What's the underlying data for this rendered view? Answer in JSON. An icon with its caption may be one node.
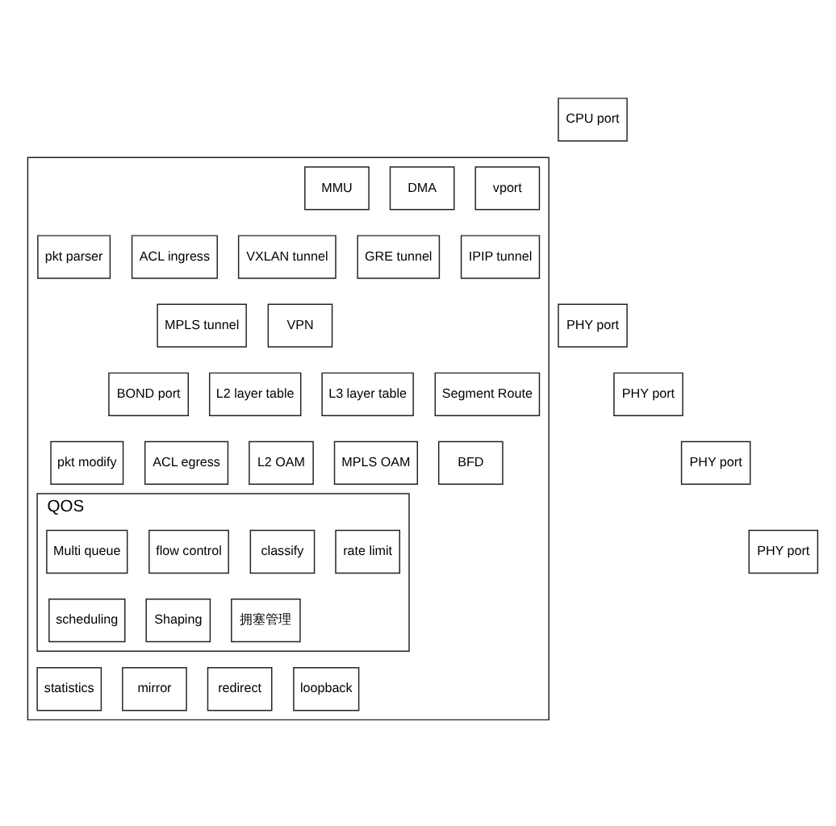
{
  "diagram": {
    "nodes": [
      {
        "text": [],
        "shape": "box"
      },
      {
        "text": [
          "CPU port"
        ]
      },
      {
        "text": [
          "MMU"
        ],
        "in": 0
      },
      {
        "text": [
          "DMA"
        ],
        "in": 0
      },
      {
        "text": [
          "vport"
        ],
        "in": 0
      },
      {
        "text": [
          "pkt parser"
        ],
        "in": 0
      },
      {
        "text": [
          "ACL ingress"
        ],
        "in": 0
      },
      {
        "text": [
          "VXLAN tunnel"
        ],
        "in": 0
      },
      {
        "text": [
          "GRE tunnel"
        ],
        "in": 0
      },
      {
        "text": [
          "IPIP tunnel"
        ],
        "in": 0
      },
      {
        "text": [
          "PHY port"
        ]
      },
      {
        "text": [
          "MPLS tunnel"
        ],
        "in": 0
      },
      {
        "text": [
          "VPN"
        ],
        "in": 0
      },
      {
        "text": [
          "PHY port"
        ]
      },
      {
        "text": [
          "BOND port"
        ],
        "in": 0
      },
      {
        "text": [
          "L2 layer table"
        ],
        "in": 0
      },
      {
        "text": [
          "L3 layer table"
        ],
        "in": 0
      },
      {
        "text": [
          "Segment Route"
        ],
        "in": 0
      },
      {
        "text": [
          "PHY port"
        ]
      },
      {
        "text": [
          "pkt modify"
        ],
        "in": 0
      },
      {
        "text": [
          "ACL egress"
        ],
        "in": 0
      },
      {
        "text": [
          "L2 OAM"
        ],
        "in": 0
      },
      {
        "text": [
          "MPLS OAM"
        ],
        "in": 0
      },
      {
        "text": [
          "BFD"
        ],
        "in": 0
      },
      {
        "text": [
          "PHY port"
        ]
      },
      {
        "text": [
          "QOS"
        ],
        "in": 0
      },
      {
        "text": [
          "Multi queue"
        ],
        "in": 25
      },
      {
        "text": [
          "flow control"
        ],
        "in": 25
      },
      {
        "text": [
          "classify"
        ],
        "in": 25
      },
      {
        "text": [
          "rate limit"
        ],
        "in": 25
      },
      {
        "text": [
          "scheduling"
        ],
        "in": 25
      },
      {
        "text": [
          "Shaping"
        ],
        "in": 25
      },
      {
        "text": [
          "拥塞管理"
        ],
        "in": 25
      },
      {
        "text": [
          "statistics"
        ],
        "in": 0
      },
      {
        "text": [
          "mirror"
        ],
        "in": 0
      },
      {
        "text": [
          "redirect"
        ],
        "in": 0
      },
      {
        "text": [
          "loopback"
        ],
        "in": 0
      }
    ],
    "edges": []
  }
}
